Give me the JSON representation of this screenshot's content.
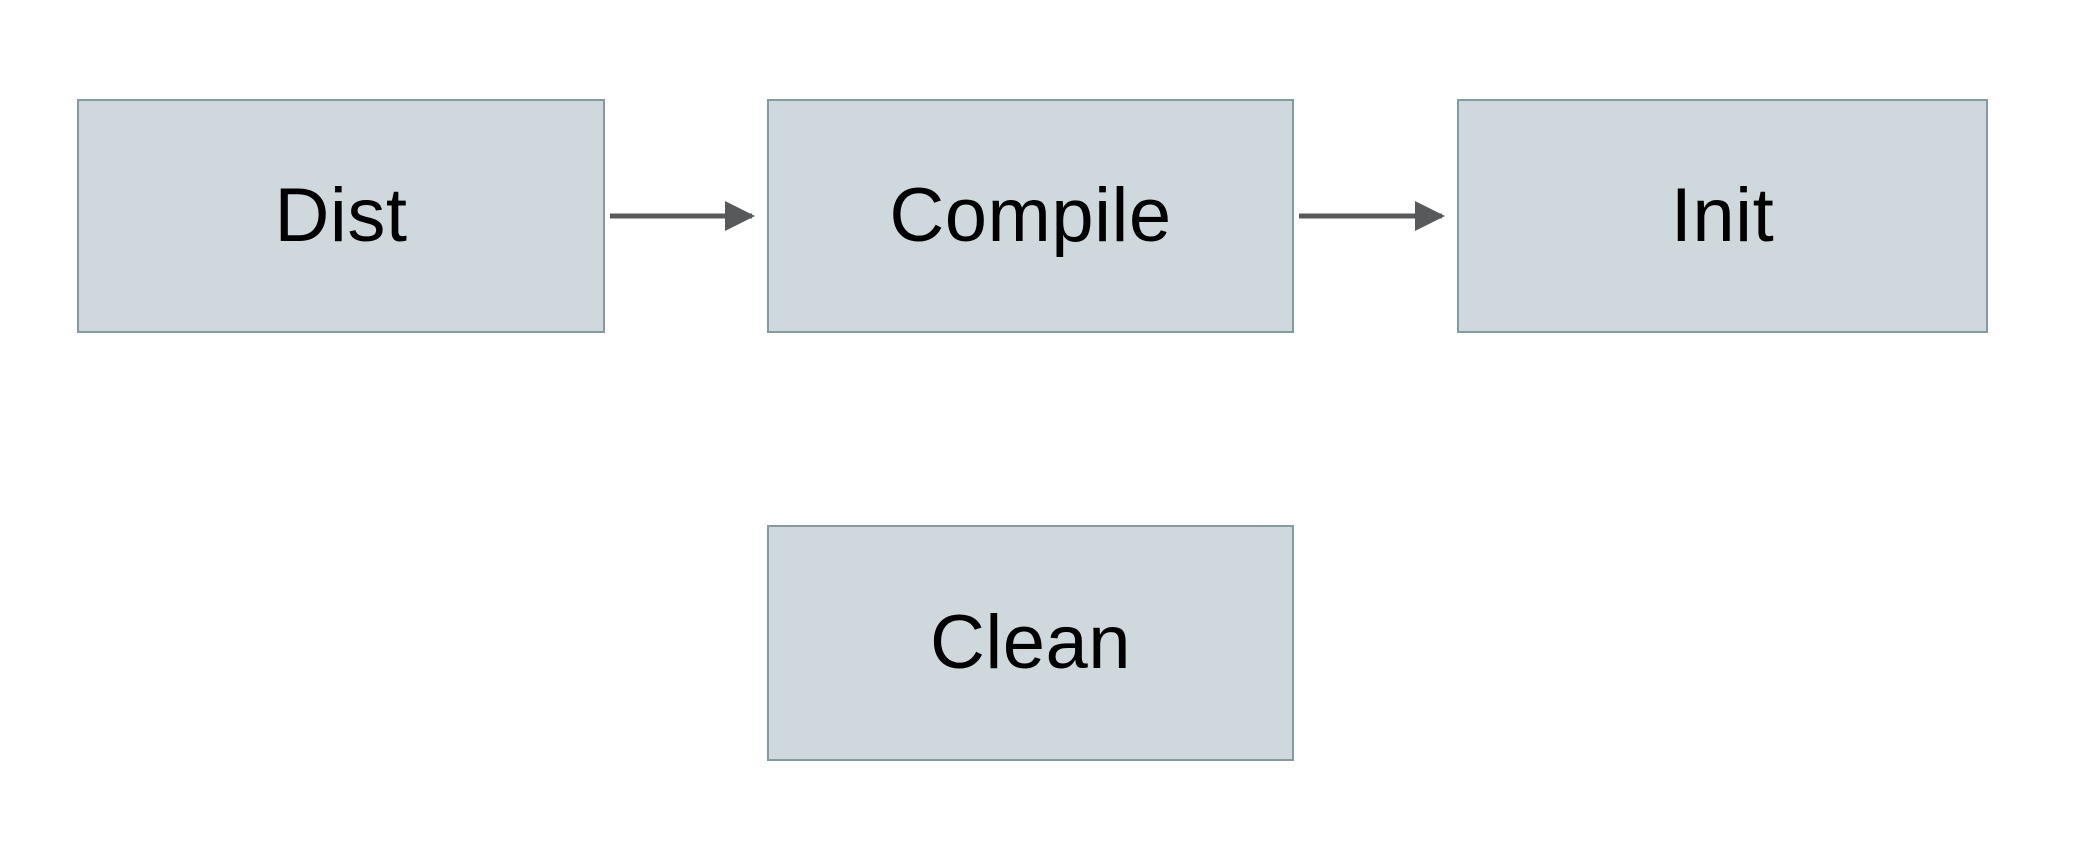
{
  "diagram": {
    "nodes": [
      {
        "id": "dist",
        "label": "Dist"
      },
      {
        "id": "compile",
        "label": "Compile"
      },
      {
        "id": "init",
        "label": "Init"
      },
      {
        "id": "clean",
        "label": "Clean"
      }
    ],
    "edges": [
      {
        "from": "Dist",
        "to": "Compile"
      },
      {
        "from": "Compile",
        "to": "Init"
      }
    ],
    "colors": {
      "node_fill": "#cfd9dd",
      "node_border": "#8499a2",
      "arrow": "#58595b",
      "text": "#000000",
      "background": "#ffffff"
    }
  }
}
